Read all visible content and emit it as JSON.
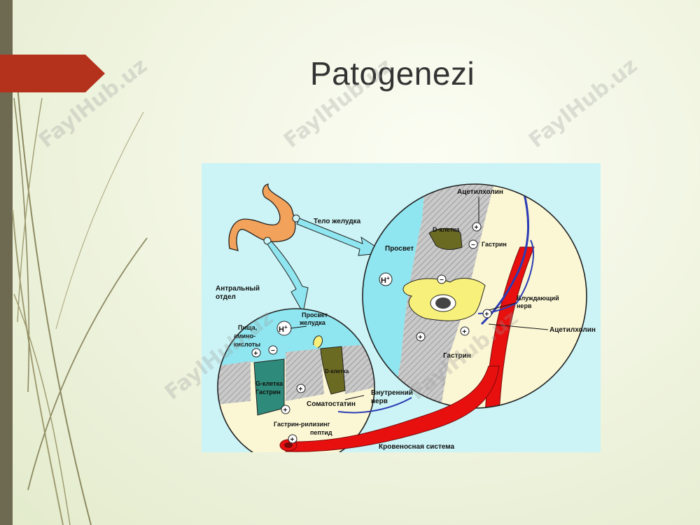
{
  "slide": {
    "title": "Patogenezi",
    "watermark": "FaylHub.uz"
  },
  "colors": {
    "left_bar": "#6e6a52",
    "arrow_tab": "#b4321c",
    "figure_bg": "#ccf4f6",
    "lumen": "#8fe6f0",
    "tissue": "#fbf7d4",
    "wall_hatch": "#b3b3b3",
    "stomach": "#f2a25a",
    "blood_vessel": "#e8100f",
    "nerve": "#2c3cb4",
    "cell_olive": "#6b6a22",
    "gastric_cell": "#f7f07a"
  },
  "diagram": {
    "labels": {
      "telo": "Тело желудка",
      "prosvet": "Просвет",
      "antral": [
        "Антральный",
        "отдел"
      ],
      "prosvet_zheludka": [
        "Просвет",
        "желудка"
      ],
      "food": [
        "Пища,",
        "амино-",
        "кислоты"
      ],
      "g_cell": [
        "G-клетка",
        "Гастрин"
      ],
      "d_cell_small": "D-клетка",
      "d_cell_big": "D-клетка",
      "gastrin_top": "Гастрин",
      "acetylcholine_top": "Ацетилхолин",
      "acetylcholine_mid": "Ацетилхолин",
      "vagus": [
        "Блуждающий",
        "нерв"
      ],
      "gastrin_bottom": "Гастрин",
      "somatostatin": "Соматостатин",
      "inner_nerve": [
        "Внутренний",
        "нерв"
      ],
      "grp": [
        "Гастрин-рилизинг",
        "пептид"
      ],
      "blood_system": "Кровеносная система",
      "h_plus": "H",
      "h_sup": "+"
    }
  }
}
